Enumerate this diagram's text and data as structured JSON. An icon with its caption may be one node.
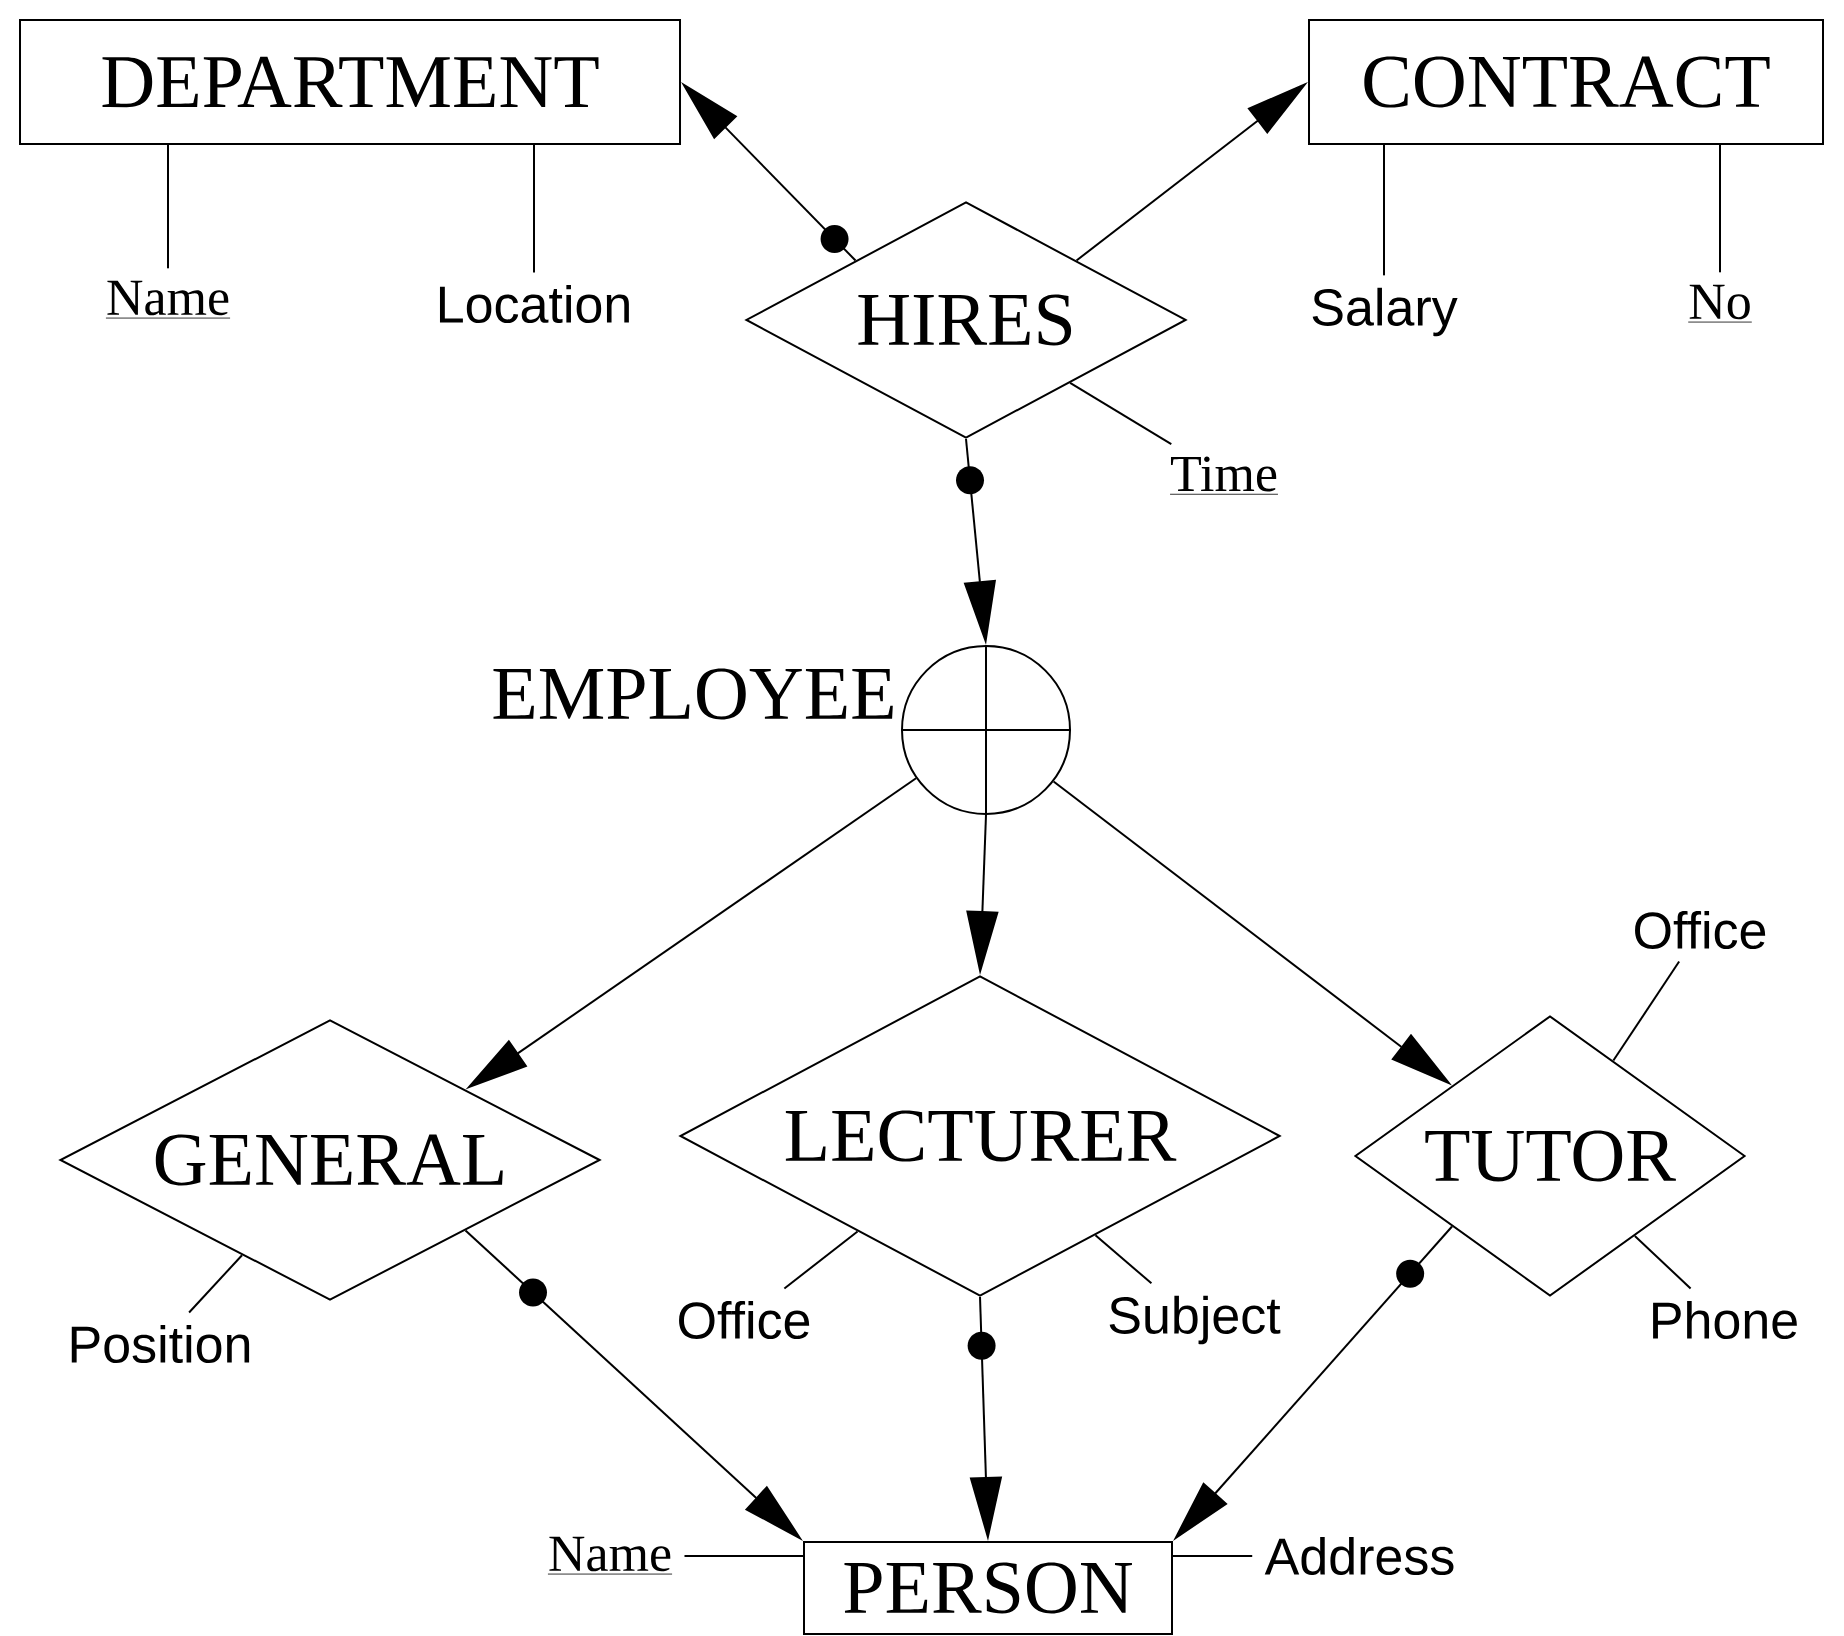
{
  "diagram": {
    "nodes": [
      {
        "text": [
          "DEPARTMENT"
        ]
      },
      {
        "text": [
          "CONTRACT"
        ]
      },
      {
        "text": [
          "HIRES"
        ]
      },
      {
        "text": [
          "EMPLOYEE"
        ]
      },
      {
        "text": [
          "GENERAL"
        ]
      },
      {
        "text": [
          "LECTURER"
        ]
      },
      {
        "text": [
          "TUTOR"
        ]
      },
      {
        "text": [
          "PERSON"
        ]
      },
      {
        "text": [
          "Name"
        ]
      },
      {
        "text": [
          "Location"
        ]
      },
      {
        "text": [
          "Salary"
        ]
      },
      {
        "text": [
          "No"
        ]
      },
      {
        "text": [
          "Time"
        ]
      },
      {
        "text": [
          "Position"
        ]
      },
      {
        "text": [
          "Office"
        ]
      },
      {
        "text": [
          "Subject"
        ]
      },
      {
        "text": [
          "Office"
        ]
      },
      {
        "text": [
          "Phone"
        ]
      },
      {
        "text": [
          "Name"
        ]
      },
      {
        "text": [
          "Address"
        ]
      }
    ],
    "edges": [
      {
        "from": 2,
        "to": 0,
        "arrow": "to"
      },
      {
        "from": 2,
        "to": 1,
        "arrow": "to"
      },
      {
        "from": 2,
        "to": 3,
        "arrow": "to"
      },
      {
        "from": 3,
        "to": 4,
        "arrow": "to"
      },
      {
        "from": 3,
        "to": 5,
        "arrow": "to"
      },
      {
        "from": 3,
        "to": 6,
        "arrow": "to"
      },
      {
        "from": 4,
        "to": 7,
        "arrow": "to"
      },
      {
        "from": 5,
        "to": 7,
        "arrow": "to"
      },
      {
        "from": 6,
        "to": 7,
        "arrow": "to"
      },
      {
        "from": 0,
        "to": 8,
        "arrow": "none"
      },
      {
        "from": 0,
        "to": 9,
        "arrow": "none"
      },
      {
        "from": 1,
        "to": 10,
        "arrow": "none"
      },
      {
        "from": 1,
        "to": 11,
        "arrow": "none"
      },
      {
        "from": 2,
        "to": 12,
        "arrow": "none"
      },
      {
        "from": 4,
        "to": 13,
        "arrow": "none"
      },
      {
        "from": 5,
        "to": 14,
        "arrow": "none"
      },
      {
        "from": 5,
        "to": 15,
        "arrow": "none"
      },
      {
        "from": 6,
        "to": 16,
        "arrow": "none"
      },
      {
        "from": 6,
        "to": 17,
        "arrow": "none"
      },
      {
        "from": 7,
        "to": 18,
        "arrow": "none"
      },
      {
        "from": 7,
        "to": 19,
        "arrow": "none"
      }
    ]
  }
}
